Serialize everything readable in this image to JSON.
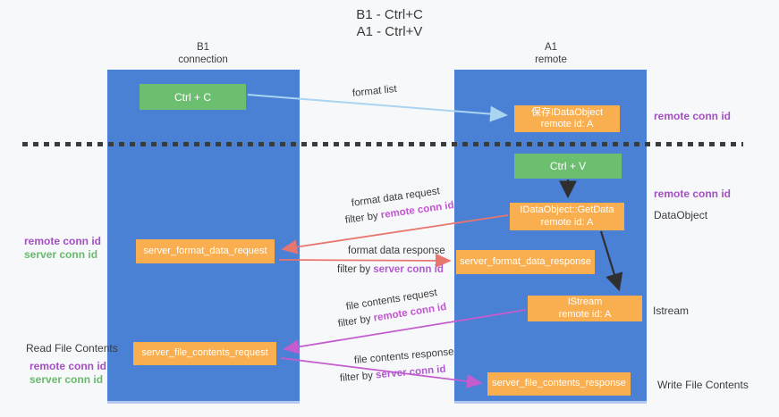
{
  "title": {
    "line1": "B1 - Ctrl+C",
    "line2": "A1 - Ctrl+V"
  },
  "lanes": {
    "left": {
      "name": "B1",
      "role": "connection"
    },
    "right": {
      "name": "A1",
      "role": "remote"
    }
  },
  "boxes": {
    "ctrl_c": {
      "label": "Ctrl + C"
    },
    "ctrl_v": {
      "label": "Ctrl + V"
    },
    "save_dataobject": {
      "line1": "保存IDataObject",
      "line2": "remote id: A"
    },
    "getdata": {
      "line1": "IDataObject::GetData",
      "line2": "remote id: A"
    },
    "istream": {
      "line1": "IStream",
      "line2": "remote id: A"
    },
    "format_request": {
      "label": "server_format_data_request"
    },
    "format_response": {
      "label": "server_format_data_response"
    },
    "file_request": {
      "label": "server_file_contents_request"
    },
    "file_response": {
      "label": "server_file_contents_response"
    }
  },
  "flow_labels": {
    "format_list": "format list",
    "format_data_request": "format data request",
    "format_data_request_filter": {
      "prefix": "filter by ",
      "key": "remote conn id"
    },
    "format_data_response": "format data response",
    "format_data_response_filter": {
      "prefix": "filter by ",
      "key": "server conn id"
    },
    "file_contents_request": "file contents request",
    "file_contents_request_filter": {
      "prefix": "filter by ",
      "key": "remote conn id"
    },
    "file_contents_response": "file contents response",
    "file_contents_response_filter": {
      "prefix": "filter by ",
      "key": "server conn id"
    }
  },
  "side_labels": {
    "right_top_remote_conn_id": "remote conn id",
    "right_mid_remote_conn_id": "remote conn id",
    "dataobject": "DataObject",
    "istream": "Istream",
    "write_file_contents": "Write File Contents",
    "left_remote_conn_id": "remote conn id",
    "left_server_conn_id": "server conn id",
    "read_file_contents": "Read File Contents",
    "left_bottom_remote_conn_id": "remote conn id",
    "left_bottom_server_conn_id": "server conn id"
  },
  "colors": {
    "lane_blue": "#4a81d4",
    "box_orange": "#f9ae4f",
    "box_green": "#6cbf6f",
    "purple_label": "#a44fc3",
    "green_label": "#68bb6c",
    "magenta_key": "#c355d2",
    "arrow_red": "#e8766e",
    "arrow_magenta": "#c45ccd",
    "arrow_lightblue": "#aad4f0",
    "arrow_black": "#2f2f2f",
    "divider_dash": "#3c3c3c"
  }
}
